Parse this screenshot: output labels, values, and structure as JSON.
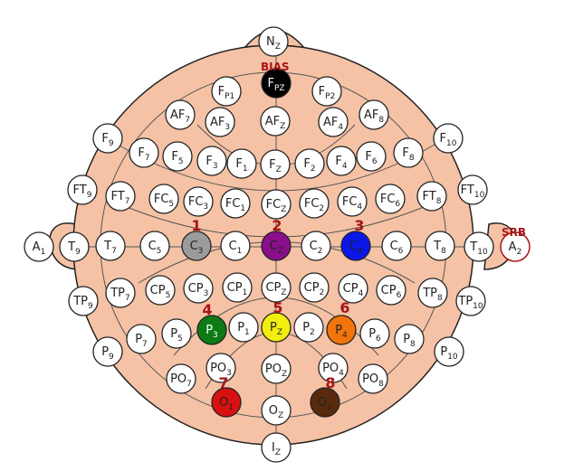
{
  "annotations": {
    "bias": "BIAS",
    "srb": "SRB"
  },
  "colors": {
    "head_fill": "#f5c2a5",
    "head_stroke": "#222222",
    "electrode_fill": "#ffffff",
    "gray": "#9b9b9b",
    "purple": "#8a0f8a",
    "blue": "#0a17e6",
    "green": "#0d7a14",
    "yellow": "#f2ef0f",
    "orange": "#f2740a",
    "red": "#d71010",
    "brown": "#5a2a0e",
    "black": "#000000",
    "marker": "#a81416"
  },
  "electrodes": [
    {
      "id": "NZ",
      "base": "N",
      "sub": "Z"
    },
    {
      "id": "FPZ",
      "base": "F",
      "sub": "PZ",
      "fill": "black",
      "text": "light",
      "channel": "BIAS"
    },
    {
      "id": "FP1",
      "base": "F",
      "sub": "P1"
    },
    {
      "id": "FP2",
      "base": "F",
      "sub": "P2"
    },
    {
      "id": "AF7",
      "base": "AF",
      "sub": "7"
    },
    {
      "id": "AF3",
      "base": "AF",
      "sub": "3"
    },
    {
      "id": "AFZ",
      "base": "AF",
      "sub": "Z"
    },
    {
      "id": "AF4",
      "base": "AF",
      "sub": "4"
    },
    {
      "id": "AF8",
      "base": "AF",
      "sub": "8"
    },
    {
      "id": "F9",
      "base": "F",
      "sub": "9"
    },
    {
      "id": "F7",
      "base": "F",
      "sub": "7"
    },
    {
      "id": "F5",
      "base": "F",
      "sub": "5"
    },
    {
      "id": "F3",
      "base": "F",
      "sub": "3"
    },
    {
      "id": "F1",
      "base": "F",
      "sub": "1"
    },
    {
      "id": "FZ",
      "base": "F",
      "sub": "Z"
    },
    {
      "id": "F2",
      "base": "F",
      "sub": "2"
    },
    {
      "id": "F4",
      "base": "F",
      "sub": "4"
    },
    {
      "id": "F6",
      "base": "F",
      "sub": "6"
    },
    {
      "id": "F8",
      "base": "F",
      "sub": "8"
    },
    {
      "id": "F10",
      "base": "F",
      "sub": "10"
    },
    {
      "id": "FT9",
      "base": "FT",
      "sub": "9"
    },
    {
      "id": "FT7",
      "base": "FT",
      "sub": "7"
    },
    {
      "id": "FC5",
      "base": "FC",
      "sub": "5"
    },
    {
      "id": "FC3",
      "base": "FC",
      "sub": "3"
    },
    {
      "id": "FC1",
      "base": "FC",
      "sub": "1"
    },
    {
      "id": "FCZ",
      "base": "FC",
      "sub": "Z"
    },
    {
      "id": "FC2",
      "base": "FC",
      "sub": "2"
    },
    {
      "id": "FC4",
      "base": "FC",
      "sub": "4"
    },
    {
      "id": "FC6",
      "base": "FC",
      "sub": "6"
    },
    {
      "id": "FT8",
      "base": "FT",
      "sub": "8"
    },
    {
      "id": "FT10",
      "base": "FT",
      "sub": "10"
    },
    {
      "id": "A1",
      "base": "A",
      "sub": "1"
    },
    {
      "id": "T9",
      "base": "T",
      "sub": "9"
    },
    {
      "id": "T7",
      "base": "T",
      "sub": "7"
    },
    {
      "id": "C5",
      "base": "C",
      "sub": "5"
    },
    {
      "id": "C3",
      "base": "C",
      "sub": "3",
      "fill": "gray",
      "channel": "1"
    },
    {
      "id": "C1",
      "base": "C",
      "sub": "1"
    },
    {
      "id": "CZ",
      "base": "C",
      "sub": "Z",
      "fill": "purple",
      "channel": "2"
    },
    {
      "id": "C2",
      "base": "C",
      "sub": "2"
    },
    {
      "id": "C4",
      "base": "C",
      "sub": "4",
      "fill": "blue",
      "channel": "3"
    },
    {
      "id": "C6",
      "base": "C",
      "sub": "6"
    },
    {
      "id": "T8",
      "base": "T",
      "sub": "8"
    },
    {
      "id": "T10",
      "base": "T",
      "sub": "10"
    },
    {
      "id": "A2",
      "base": "A",
      "sub": "2",
      "outline": "marker",
      "channel": "SRB"
    },
    {
      "id": "TP9",
      "base": "TP",
      "sub": "9"
    },
    {
      "id": "TP7",
      "base": "TP",
      "sub": "7"
    },
    {
      "id": "CP5",
      "base": "CP",
      "sub": "5"
    },
    {
      "id": "CP3",
      "base": "CP",
      "sub": "3"
    },
    {
      "id": "CP1",
      "base": "CP",
      "sub": "1"
    },
    {
      "id": "CPZ",
      "base": "CP",
      "sub": "Z"
    },
    {
      "id": "CP2",
      "base": "CP",
      "sub": "2"
    },
    {
      "id": "CP4",
      "base": "CP",
      "sub": "4"
    },
    {
      "id": "CP6",
      "base": "CP",
      "sub": "6"
    },
    {
      "id": "TP8",
      "base": "TP",
      "sub": "8"
    },
    {
      "id": "TP10",
      "base": "TP",
      "sub": "10"
    },
    {
      "id": "P9",
      "base": "P",
      "sub": "9"
    },
    {
      "id": "P7",
      "base": "P",
      "sub": "7"
    },
    {
      "id": "P5",
      "base": "P",
      "sub": "5"
    },
    {
      "id": "P3",
      "base": "P",
      "sub": "3",
      "fill": "green",
      "text": "light",
      "channel": "4"
    },
    {
      "id": "P1",
      "base": "P",
      "sub": "1"
    },
    {
      "id": "PZ",
      "base": "P",
      "sub": "Z",
      "fill": "yellow",
      "channel": "5"
    },
    {
      "id": "P2",
      "base": "P",
      "sub": "2"
    },
    {
      "id": "P4",
      "base": "P",
      "sub": "4",
      "fill": "orange",
      "channel": "6"
    },
    {
      "id": "P6",
      "base": "P",
      "sub": "6"
    },
    {
      "id": "P8",
      "base": "P",
      "sub": "8"
    },
    {
      "id": "P10",
      "base": "P",
      "sub": "10"
    },
    {
      "id": "PO7",
      "base": "PO",
      "sub": "7"
    },
    {
      "id": "PO3",
      "base": "PO",
      "sub": "3"
    },
    {
      "id": "POZ",
      "base": "PO",
      "sub": "Z"
    },
    {
      "id": "PO4",
      "base": "PO",
      "sub": "4"
    },
    {
      "id": "PO8",
      "base": "PO",
      "sub": "8"
    },
    {
      "id": "O1",
      "base": "O",
      "sub": "1",
      "fill": "red",
      "channel": "7"
    },
    {
      "id": "OZ",
      "base": "O",
      "sub": "Z"
    },
    {
      "id": "O2",
      "base": "O",
      "sub": "2",
      "fill": "brown",
      "channel": "8"
    },
    {
      "id": "IZ",
      "base": "I",
      "sub": "Z"
    }
  ]
}
